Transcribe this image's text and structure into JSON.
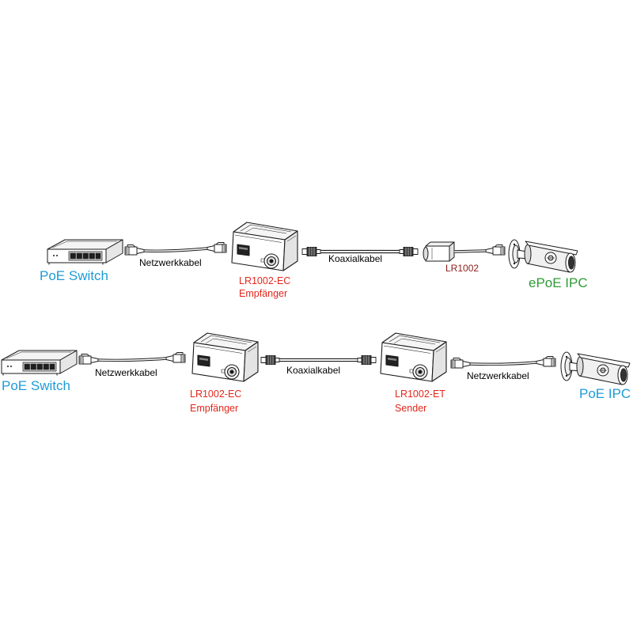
{
  "diagram": {
    "row1": {
      "switch": {
        "label": "PoE Switch"
      },
      "network_cable": {
        "label": "Netzwerkkabel"
      },
      "receiver": {
        "model": "LR1002-EC",
        "role": "Empfänger"
      },
      "coax_cable": {
        "label": "Koaxialkabel"
      },
      "adapter": {
        "label": "LR1002"
      },
      "camera": {
        "label": "ePoE IPC"
      }
    },
    "row2": {
      "switch": {
        "label": "PoE Switch"
      },
      "network_cable_1": {
        "label": "Netzwerkkabel"
      },
      "receiver": {
        "model": "LR1002-EC",
        "role": "Empfänger"
      },
      "coax_cable": {
        "label": "Koaxialkabel"
      },
      "sender": {
        "model": "LR1002-ET",
        "role": "Sender"
      },
      "network_cable_2": {
        "label": "Netzwerkkabel"
      },
      "camera": {
        "label": "PoE IPC"
      }
    }
  },
  "colors": {
    "poe_label": "#1e9bd7",
    "device_label": "#e3261b",
    "adapter_label": "#8a1c1c",
    "epoe_label": "#2e9b36",
    "cable_label": "#000000",
    "line_art": "#1a1a1a"
  },
  "icons": {
    "switch": "poe-switch-icon",
    "network_cable": "network-cable-icon",
    "transceiver": "transceiver-icon",
    "coax_cable": "coax-cable-icon",
    "adapter": "adapter-icon",
    "camera": "bullet-camera-icon"
  }
}
